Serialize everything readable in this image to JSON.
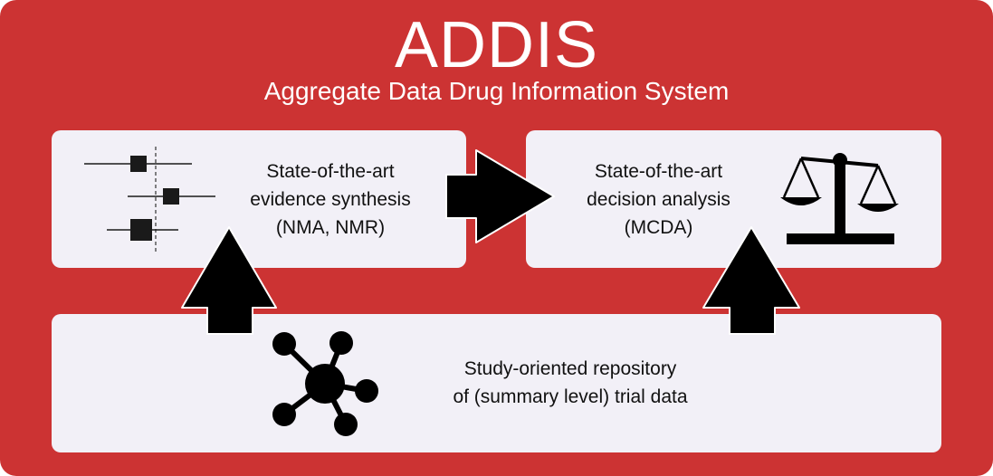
{
  "header": {
    "title": "ADDIS",
    "subtitle": "Aggregate Data Drug Information System"
  },
  "panels": {
    "synthesis": {
      "lines": [
        "State-of-the-art",
        "evidence synthesis",
        "(NMA, NMR)"
      ],
      "icon": "forest-plot-icon"
    },
    "decision": {
      "lines": [
        "State-of-the-art",
        "decision analysis",
        "(MCDA)"
      ],
      "icon": "balance-scale-icon"
    },
    "repository": {
      "lines": [
        "Study-oriented repository",
        "of (summary level) trial data"
      ],
      "icon": "network-hub-icon"
    }
  },
  "colors": {
    "background": "#cc3333",
    "panel": "#f2f0f7",
    "arrow": "#000000",
    "icon": "#1a1a1a"
  }
}
